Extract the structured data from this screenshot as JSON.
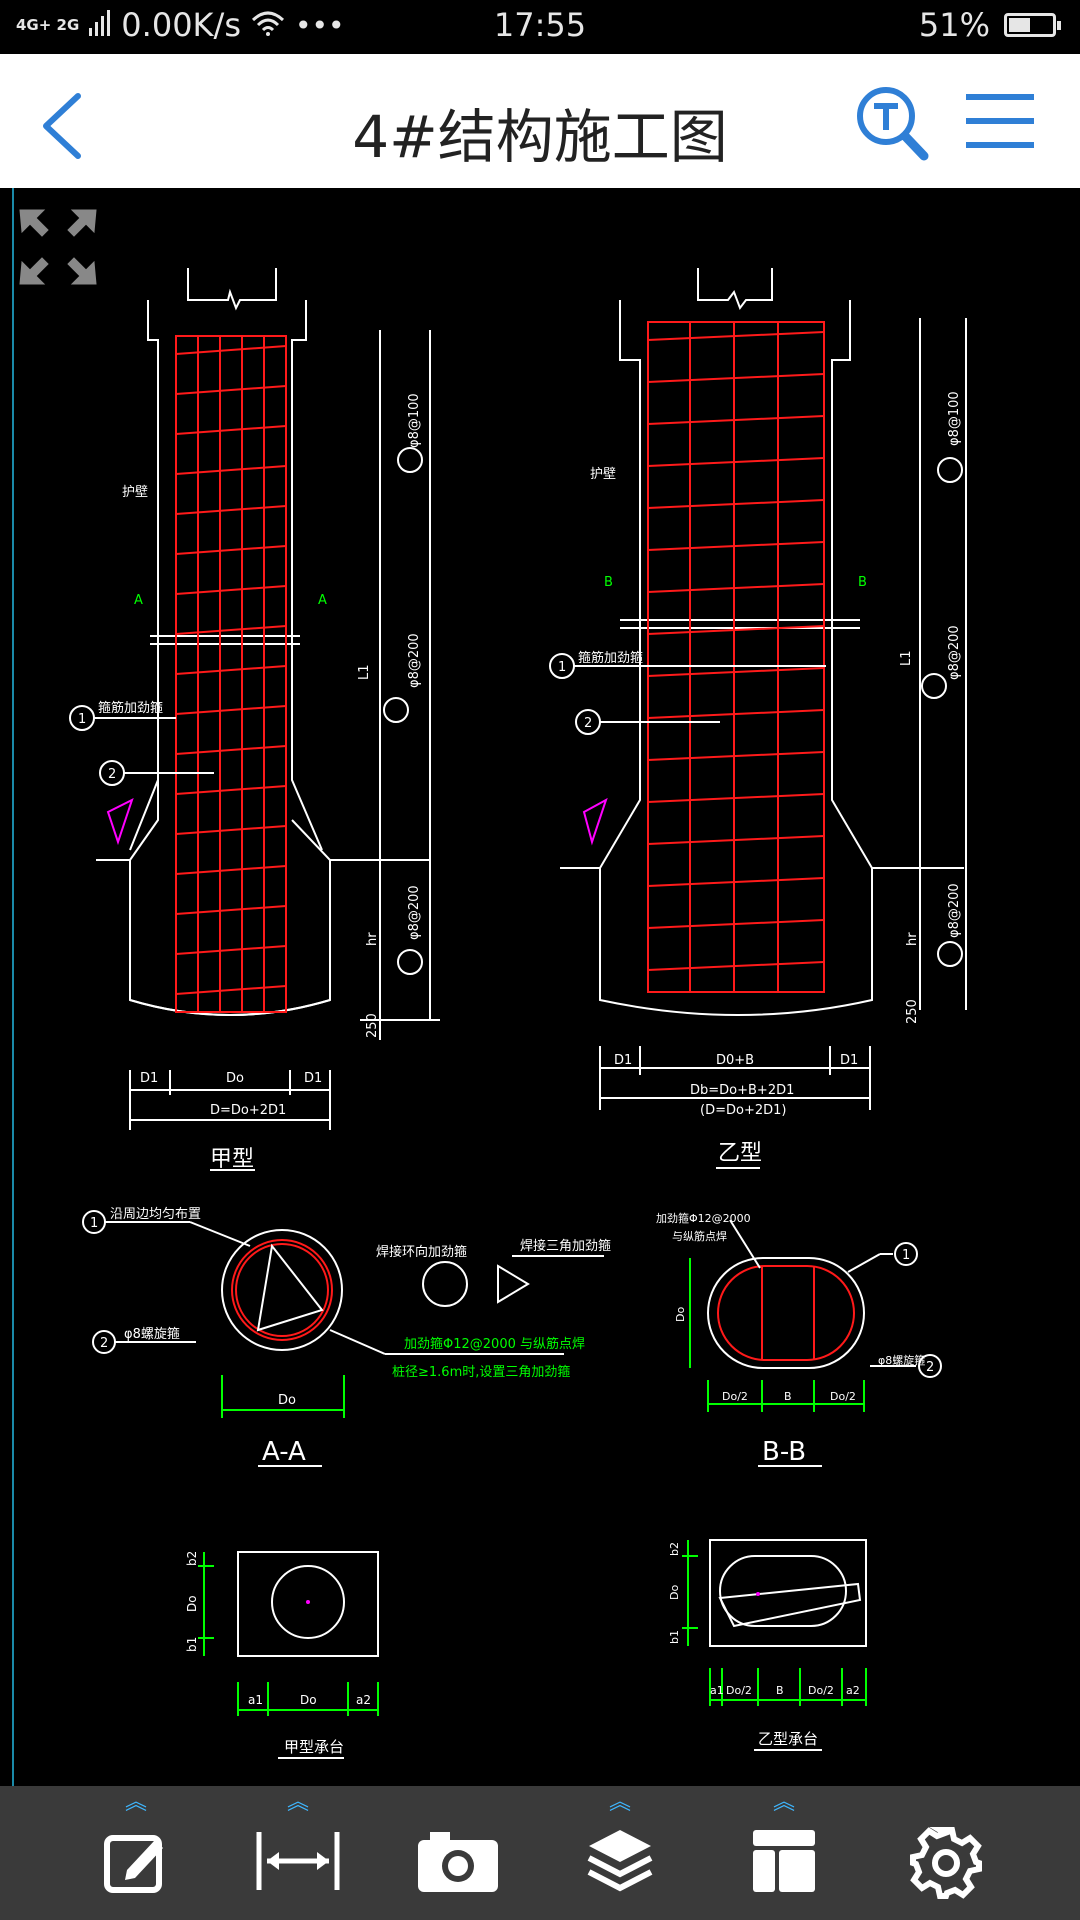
{
  "status_bar": {
    "network": "4G+ 2G",
    "speed": "0.00K/s",
    "time": "17:55",
    "battery_percent": "51%",
    "battery_level": 0.51
  },
  "app_bar": {
    "title": "4#结构施工图",
    "back_icon": "chevron-left-icon",
    "search_icon": "text-search-icon",
    "menu_icon": "hamburger-menu-icon"
  },
  "drawing": {
    "jia": {
      "label_A": "A",
      "callout_1": "1",
      "callout_2": "2",
      "note_1": "箍筋加劲箍",
      "note_protect": "护壁",
      "dim_D1": "D1",
      "dim_Do": "Do",
      "dim_D": "D=Do+2D1",
      "dim_L1": "L1",
      "dim_hr": "hr",
      "dim_250": "250",
      "rebar_top": "φ8@100",
      "rebar_mid": "φ8@200",
      "rebar_bot": "φ8@200",
      "title": "甲型"
    },
    "yi": {
      "label_B": "B",
      "callout_1": "1",
      "callout_2": "2",
      "note_1": "箍筋加劲箍",
      "note_protect": "护壁",
      "dim_D1": "D1",
      "dim_DoB": "D0+B",
      "dim_Db": "Db=Do+B+2D1",
      "dim_D": "(D=Do+2D1)",
      "dim_L1": "L1",
      "dim_hr": "hr",
      "dim_250": "250",
      "rebar_top": "φ8@100",
      "rebar_mid": "φ8@200",
      "rebar_bot": "φ8@200",
      "title": "乙型"
    },
    "section_aa": {
      "note_1": "沿周边均匀布置",
      "note_2": "φ8螺旋箍",
      "note_ring": "焊接环向加劲箍",
      "note_tri": "焊接三角加劲箍",
      "note_green_1": "加劲箍Φ12@2000 与纵筋点焊",
      "note_green_2": "桩径≥1.6m时,设置三角加劲箍",
      "dim_Do": "Do",
      "callout_1": "1",
      "callout_2": "2",
      "title": "A-A"
    },
    "section_bb": {
      "note_top": "加劲箍Φ12@2000",
      "note_top2": "与纵筋点焊",
      "note_spiral": "φ8螺旋箍",
      "dim_Do": "Do",
      "dim_Do2a": "Do/2",
      "dim_B": "B",
      "dim_Do2b": "Do/2",
      "callout_1": "1",
      "callout_2": "2",
      "title": "B-B"
    },
    "cap_jia": {
      "dim_b2": "b2",
      "dim_Do": "Do",
      "dim_b1": "b1",
      "dim_a1": "a1",
      "dim_Do_h": "Do",
      "dim_a2": "a2",
      "title": "甲型承台"
    },
    "cap_yi": {
      "dim_b2": "b2",
      "dim_Do": "Do",
      "dim_b1": "b1",
      "dim_a1": "a1",
      "dim_Do2a": "Do/2",
      "dim_B": "B",
      "dim_Do2b": "Do/2",
      "dim_a2": "a2",
      "title": "乙型承台"
    }
  },
  "toolbar": {
    "tools": [
      {
        "name": "edit-icon"
      },
      {
        "name": "measure-icon"
      },
      {
        "name": "camera-icon"
      },
      {
        "name": "layers-icon"
      },
      {
        "name": "layout-icon"
      },
      {
        "name": "settings-icon"
      }
    ]
  },
  "colors": {
    "accent": "#2f7fd6",
    "rebar": "#ff1a1a",
    "cad_line": "#ffffff",
    "dim_green": "#00ff00",
    "magenta": "#ff00ff",
    "toolbar_chevron": "#3fb7ff"
  }
}
